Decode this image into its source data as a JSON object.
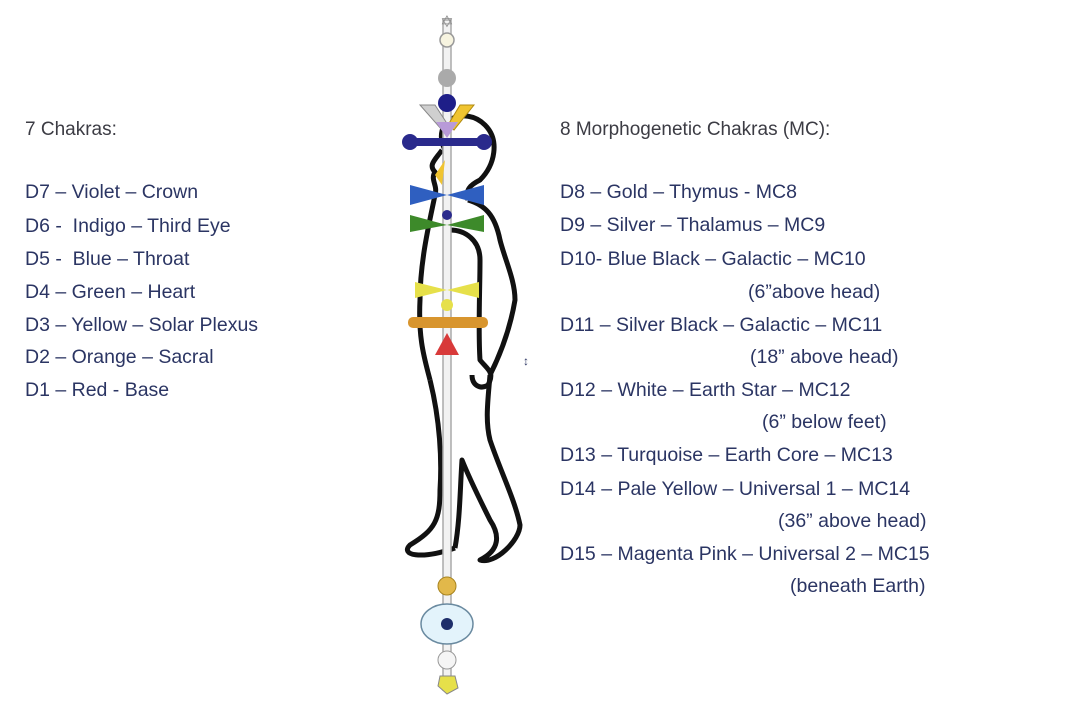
{
  "left": {
    "heading": "7 Chakras:",
    "items": [
      "D7 – Violet – Crown",
      "D6 -  Indigo – Third Eye",
      "D5 -  Blue – Throat",
      "D4 – Green – Heart",
      "D3 – Yellow – Solar Plexus",
      "D2 – Orange – Sacral",
      "D1 – Red - Base"
    ]
  },
  "right": {
    "heading": "8 Morphogenetic Chakras (MC):",
    "items": [
      {
        "text": "D8 – Gold – Thymus - MC8"
      },
      {
        "text": "D9 – Silver – Thalamus – MC9"
      },
      {
        "text": "D10- Blue Black – Galactic – MC10",
        "note": "(6”above head)"
      },
      {
        "text": "D11 – Silver Black – Galactic – MC11",
        "note": "(18” above head)"
      },
      {
        "text": "D12 – White – Earth Star – MC12",
        "note": "(6” below feet)"
      },
      {
        "text": "D13 – Turquoise – Earth Core – MC13"
      },
      {
        "text": "D14 – Pale Yellow – Universal 1 – MC14",
        "note": "(36” above head)"
      },
      {
        "text": "D15 – Magenta Pink – Universal 2 – MC15",
        "note": "(beneath Earth)"
      }
    ]
  },
  "colors": {
    "violet": "#b89ad8",
    "indigo": "#2a2a8c",
    "blue": "#2f5fc0",
    "green": "#3d8a2a",
    "yellow": "#e6e04a",
    "orange": "#d8952e",
    "red": "#d83a3a",
    "gold": "#e2b84a",
    "silver": "#b8b8b8",
    "turquoise": "#cfe8f5",
    "text": "#2b3563"
  }
}
